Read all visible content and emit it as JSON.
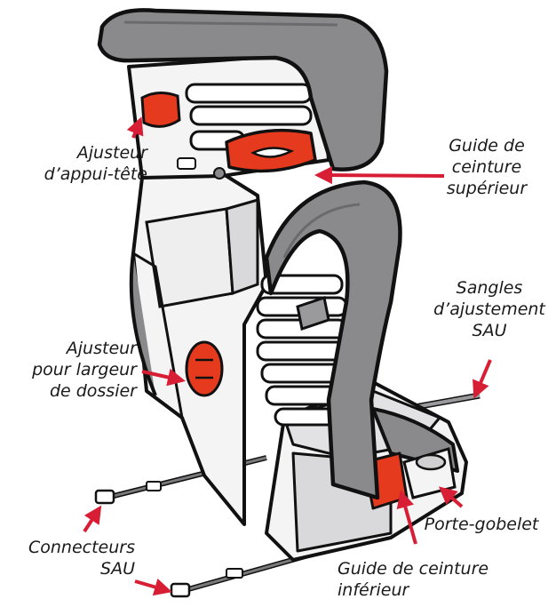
{
  "colors": {
    "outline": "#111111",
    "padding_gray": "#8a8a8c",
    "padding_dark": "#6b6b6e",
    "shell_light": "#f4f4f4",
    "shell_shadow": "#d9d9db",
    "accent_red": "#e63a1e",
    "arrow_red": "#d81e35"
  },
  "labels": {
    "headrest_adjuster": [
      "Ajusteur",
      "d’appui-tête"
    ],
    "upper_belt_guide": [
      "Guide de",
      "ceinture",
      "supérieur"
    ],
    "uas_adjust_straps": [
      "Sangles",
      "d’ajustement",
      "SAU"
    ],
    "back_width_adjuster": [
      "Ajusteur",
      "pour largeur",
      "de dossier"
    ],
    "cup_holder": [
      "Porte-gobelet"
    ],
    "uas_connectors": [
      "Connecteurs",
      "SAU"
    ],
    "lower_belt_guide": [
      "Guide de ceinture",
      "inférieur"
    ]
  }
}
